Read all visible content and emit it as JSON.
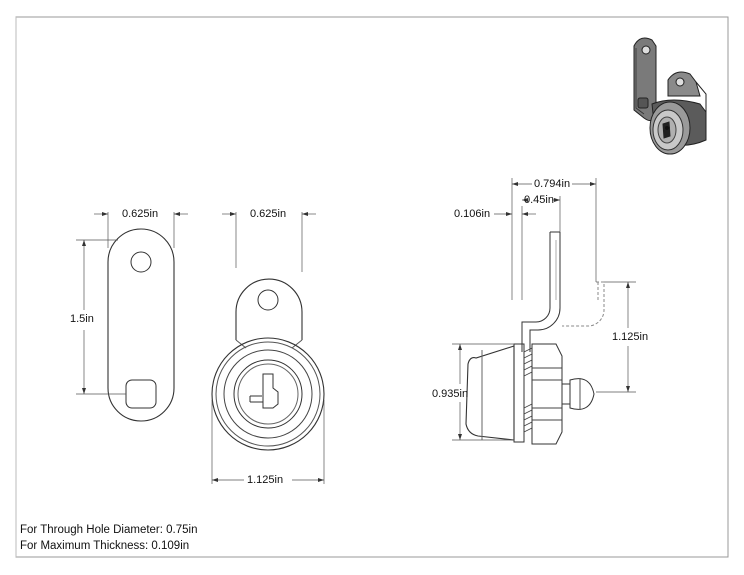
{
  "dimensions": {
    "tab_width": "0.625in",
    "tab_height": "1.5in",
    "front_width": "0.625in",
    "front_diameter": "1.125in",
    "side_overall": "0.794in",
    "side_offset": "0.45in",
    "side_thickness": "0.106in",
    "side_cam_height": "1.125in",
    "side_body_height": "0.935in"
  },
  "notes": {
    "through_hole": "For Through Hole Diameter: 0.75in",
    "max_thickness": "For Maximum Thickness: 0.109in"
  }
}
